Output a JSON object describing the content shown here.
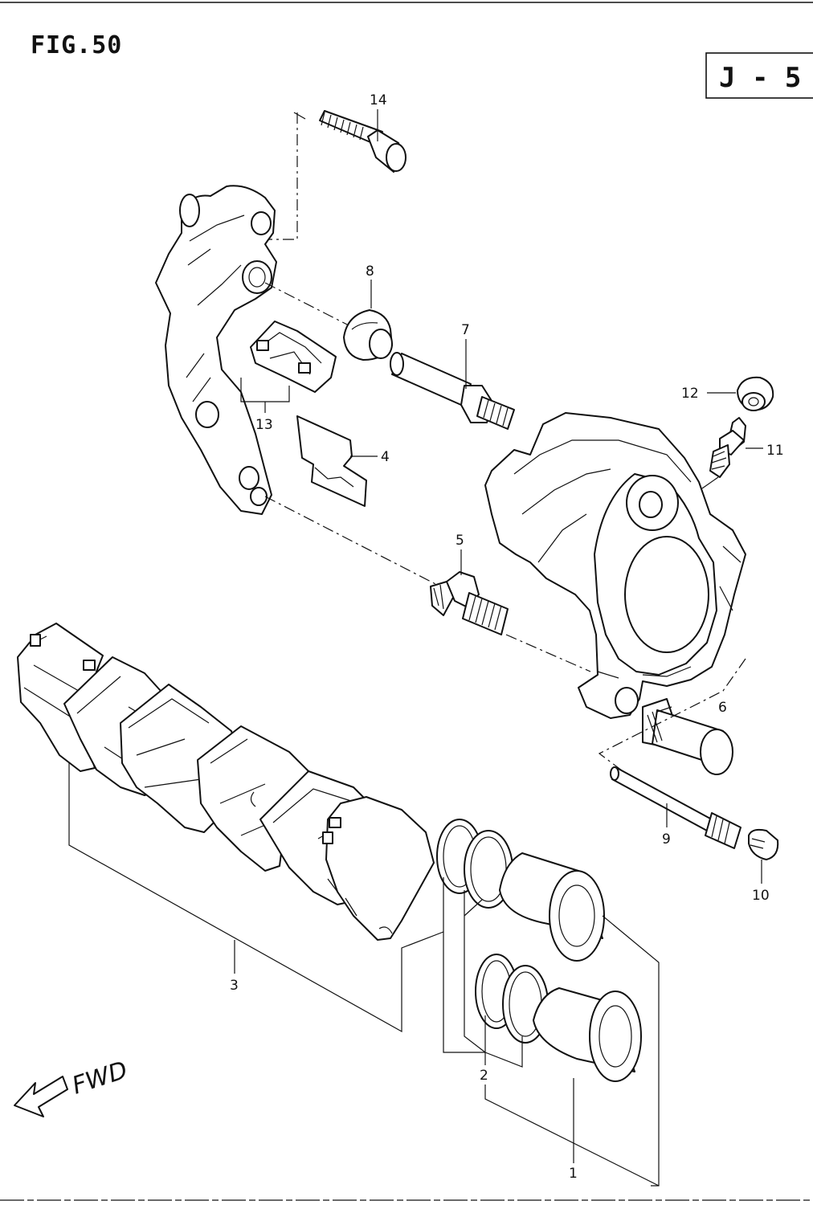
{
  "figure": {
    "title": "FIG.50",
    "ref_code": "J - 5"
  },
  "direction": {
    "label": "FWD"
  },
  "callouts": {
    "c1": "1",
    "c2": "2",
    "c3": "3",
    "c4": "4",
    "c5": "5",
    "c6": "6",
    "c7": "7",
    "c8": "8",
    "c9": "9",
    "c10": "10",
    "c11": "11",
    "c12": "12",
    "c13": "13",
    "c14": "14"
  }
}
